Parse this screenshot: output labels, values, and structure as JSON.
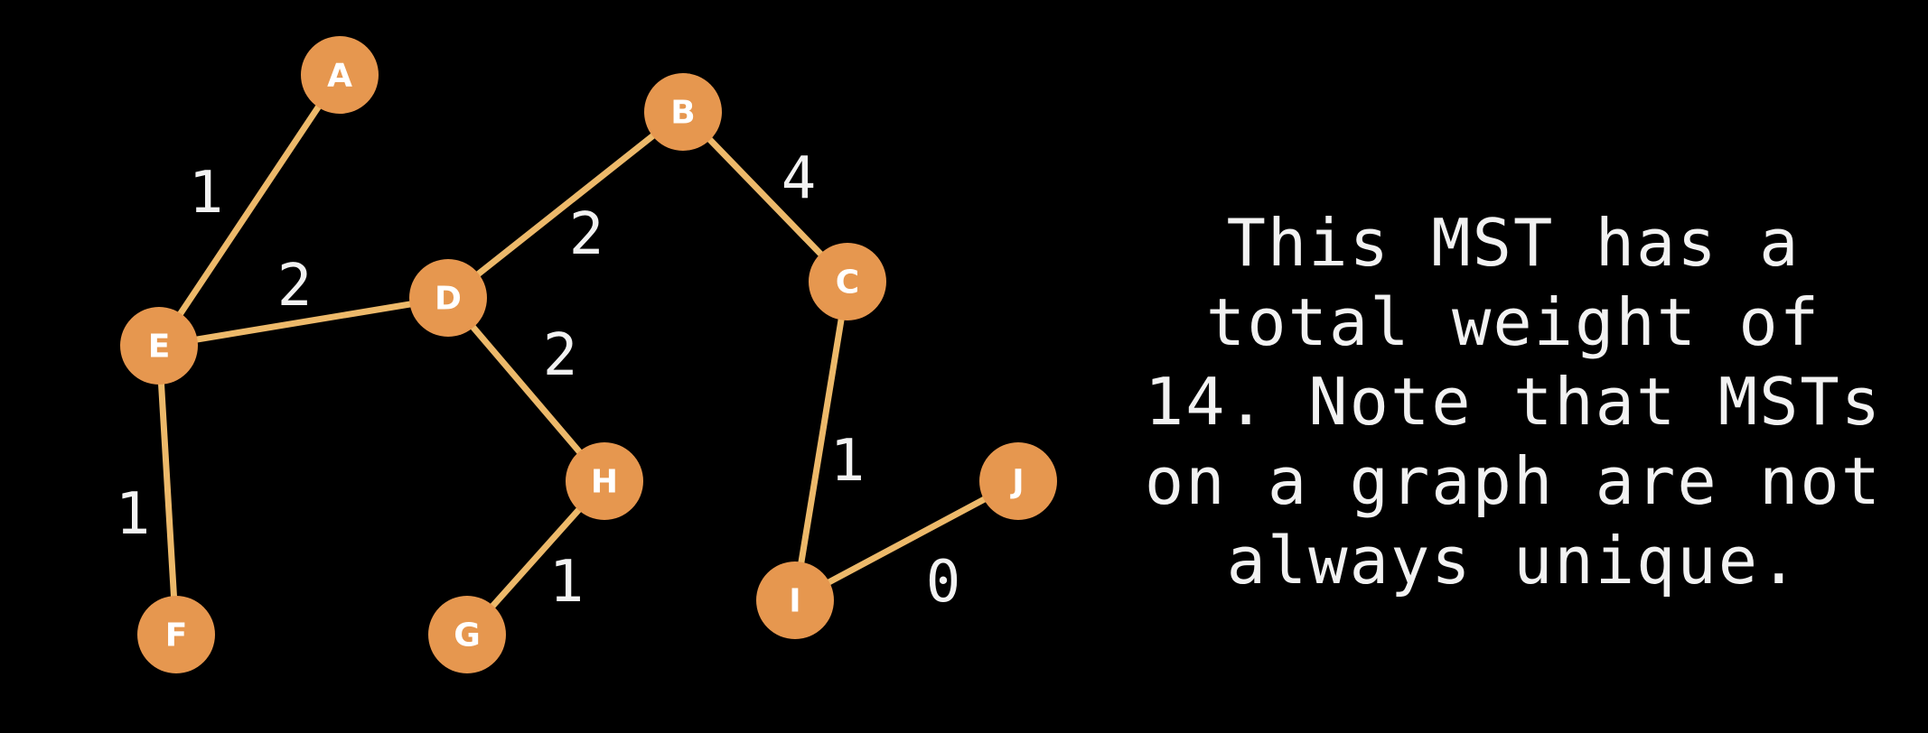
{
  "colors": {
    "background": "#000000",
    "node_fill": "#E6974F",
    "node_text": "#FFFFFF",
    "edge": "#EDB96A",
    "text": "#F2F2F2"
  },
  "caption": {
    "text": "This MST has a\ntotal weight of\n14. Note that MSTs\non a graph are not\nalways unique."
  },
  "graph": {
    "nodes": [
      {
        "id": "A",
        "label": "A"
      },
      {
        "id": "B",
        "label": "B"
      },
      {
        "id": "C",
        "label": "C"
      },
      {
        "id": "D",
        "label": "D"
      },
      {
        "id": "E",
        "label": "E"
      },
      {
        "id": "F",
        "label": "F"
      },
      {
        "id": "G",
        "label": "G"
      },
      {
        "id": "H",
        "label": "H"
      },
      {
        "id": "I",
        "label": "I"
      },
      {
        "id": "J",
        "label": "J"
      }
    ],
    "edges": [
      {
        "from": "A",
        "to": "E",
        "weight": "1"
      },
      {
        "from": "E",
        "to": "D",
        "weight": "2"
      },
      {
        "from": "D",
        "to": "B",
        "weight": "2"
      },
      {
        "from": "B",
        "to": "C",
        "weight": "4"
      },
      {
        "from": "D",
        "to": "H",
        "weight": "2"
      },
      {
        "from": "E",
        "to": "F",
        "weight": "1"
      },
      {
        "from": "H",
        "to": "G",
        "weight": "1"
      },
      {
        "from": "C",
        "to": "I",
        "weight": "1"
      },
      {
        "from": "I",
        "to": "J",
        "weight": "0"
      }
    ]
  }
}
